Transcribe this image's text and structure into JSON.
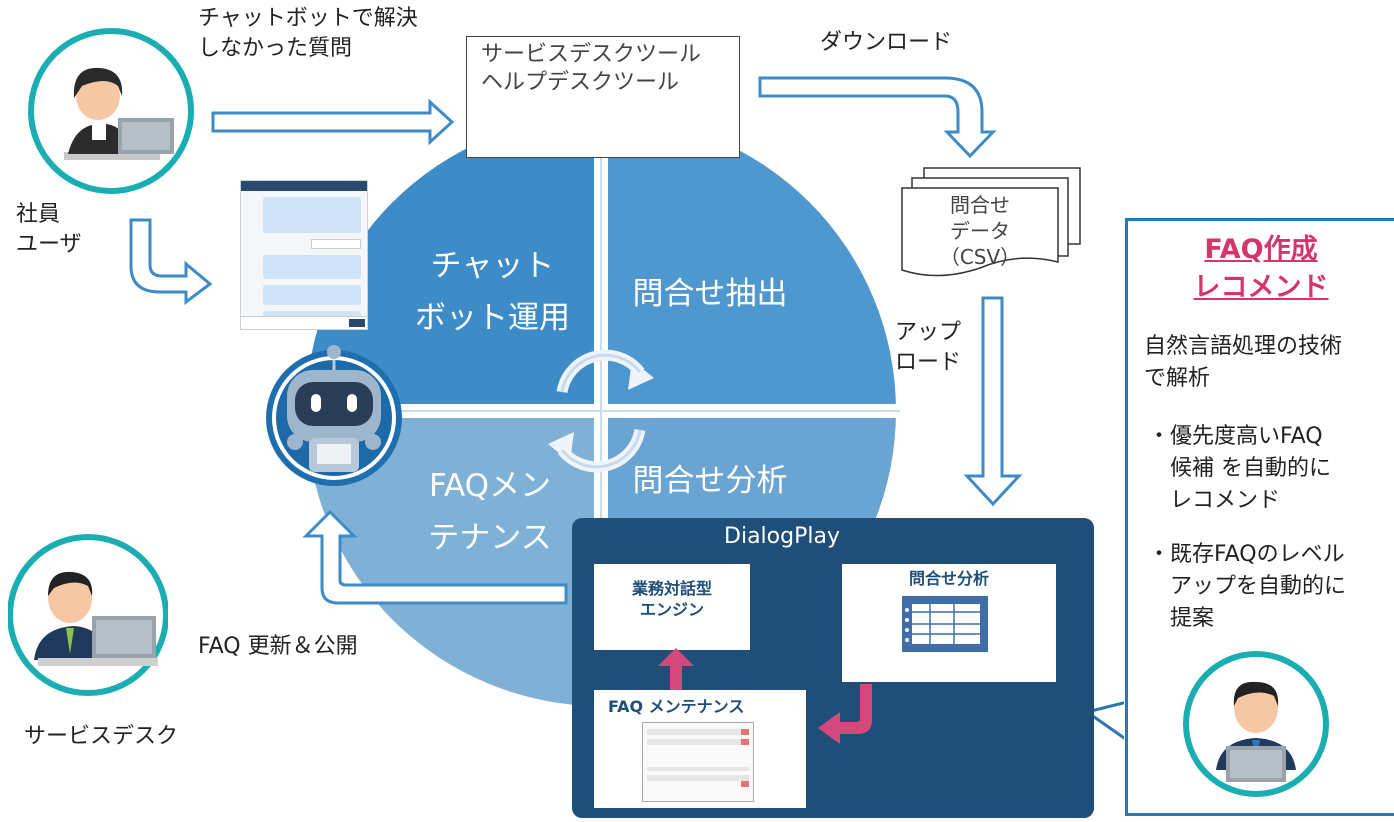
{
  "labels": {
    "chatbot_unsolved": [
      "チャットボットで解決",
      "しなかった質問"
    ],
    "employee_user": [
      "社員",
      "ユーザ"
    ],
    "download": "ダウンロード",
    "upload": [
      "アップ",
      "ロード"
    ],
    "faq_update_publish": "FAQ 更新＆公開",
    "service_desk": "サービスデスク"
  },
  "tool_box": [
    "サービスデスクツール",
    "ヘルプデスクツール"
  ],
  "csv_doc": [
    "問合せ",
    "データ",
    "（CSV）"
  ],
  "cycle": {
    "q1": [
      "チャット",
      "ボット運用"
    ],
    "q2": "問合せ抽出",
    "q3": [
      "FAQメン",
      "テナンス"
    ],
    "q4": "問合せ分析"
  },
  "dialogplay": {
    "title": "DialogPlay",
    "engine": [
      "業務対話型",
      "エンジン"
    ],
    "analysis": "問合せ分析",
    "faq_maintenance": "FAQ メンテナンス"
  },
  "recommend": {
    "title": [
      "FAQ作成",
      "レコメンド"
    ],
    "intro": [
      "自然言語処理の技術",
      "で解析"
    ],
    "bullet1": [
      "・優先度高いFAQ",
      "候補 を自動的に",
      "レコメンド"
    ],
    "bullet2": [
      "・既存FAQのレベル",
      "アップを自動的に",
      "提案"
    ]
  },
  "colors": {
    "q1": "#3d8bc7",
    "q2": "#4f97cf",
    "q3": "#7fb0d6",
    "q4": "#6aa4d2",
    "arrow_blue": "#3d8bc7",
    "dialogplay_bg": "#1f4e79",
    "pink": "#d4487a",
    "teal_ring": "#1aaeb3"
  }
}
